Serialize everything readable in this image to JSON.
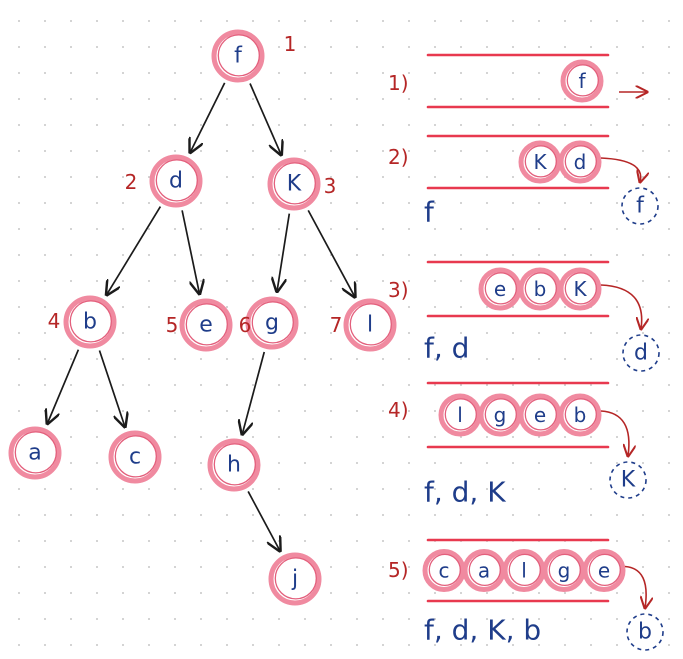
{
  "colors": {
    "ring": "#f08aa0",
    "ring_inner": "#e35f7c",
    "ink_blue": "#1f3d8a",
    "ink_red": "#b52626",
    "arrow_black": "#1b1b1b",
    "bar_red": "#e8394f"
  },
  "tree": {
    "nodes": [
      {
        "id": "f",
        "label": "f",
        "order": "1"
      },
      {
        "id": "d",
        "label": "d",
        "order": "2"
      },
      {
        "id": "K",
        "label": "K",
        "order": "3"
      },
      {
        "id": "b",
        "label": "b",
        "order": "4"
      },
      {
        "id": "e",
        "label": "e",
        "order": "5"
      },
      {
        "id": "g",
        "label": "g",
        "order": "6"
      },
      {
        "id": "l",
        "label": "l",
        "order": "7"
      },
      {
        "id": "a",
        "label": "a",
        "order": ""
      },
      {
        "id": "c",
        "label": "c",
        "order": ""
      },
      {
        "id": "h",
        "label": "h",
        "order": ""
      },
      {
        "id": "j",
        "label": "j",
        "order": ""
      }
    ],
    "edges": [
      [
        "f",
        "d"
      ],
      [
        "f",
        "K"
      ],
      [
        "d",
        "b"
      ],
      [
        "d",
        "e"
      ],
      [
        "K",
        "g"
      ],
      [
        "K",
        "l"
      ],
      [
        "b",
        "a"
      ],
      [
        "b",
        "c"
      ],
      [
        "g",
        "h"
      ],
      [
        "h",
        "j"
      ]
    ]
  },
  "steps": [
    {
      "number": "1)",
      "queue": [
        "f"
      ],
      "visited": "",
      "removed": ""
    },
    {
      "number": "2)",
      "queue": [
        "K",
        "d"
      ],
      "visited": "f",
      "removed": "f"
    },
    {
      "number": "3)",
      "queue": [
        "e",
        "b",
        "K"
      ],
      "visited": "f, d",
      "removed": "d"
    },
    {
      "number": "4)",
      "queue": [
        "l",
        "g",
        "e",
        "b"
      ],
      "visited": "f, d, K",
      "removed": "K"
    },
    {
      "number": "5)",
      "queue": [
        "c",
        "a",
        "l",
        "g",
        "e"
      ],
      "visited": "f, d, K, b",
      "removed": "b"
    }
  ]
}
